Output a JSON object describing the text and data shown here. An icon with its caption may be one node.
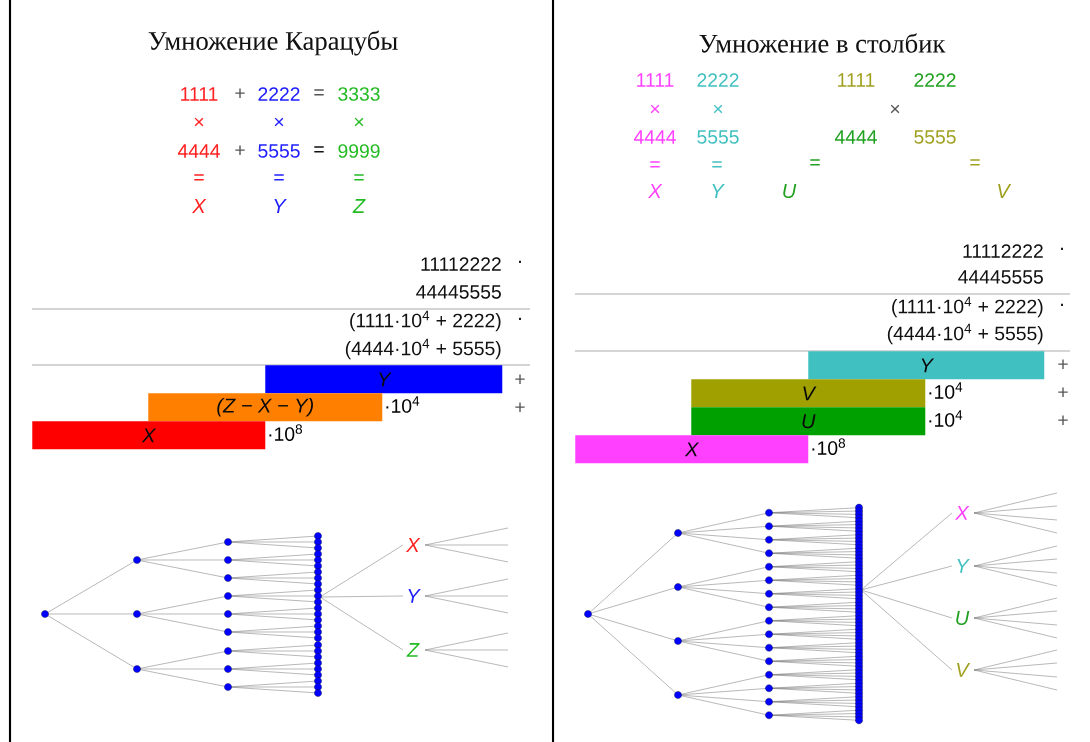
{
  "diagram": {
    "nodes": [
      {
        "text": [
          "Y"
        ]
      },
      {
        "text": [
          "(Z − X − Y)"
        ],
        "beside": [
          "·10$^{4}$"
        ]
      },
      {
        "text": [
          "X"
        ],
        "beside": [
          "·10$^{8}$"
        ]
      },
      {
        "text": [
          "Y"
        ]
      },
      {
        "text": [
          "V"
        ],
        "beside": [
          "·10$^{4}$"
        ]
      },
      {
        "text": [
          "U"
        ],
        "beside": [
          "·10$^{4}$"
        ]
      },
      {
        "text": [
          "X"
        ],
        "beside": [
          "·10$^{8}$"
        ]
      }
    ],
    "labels": [
      "Умножение Карацубы",
      "1111",
      "+",
      "2222",
      "=",
      "3333",
      "×",
      "×",
      "×",
      "4444",
      "+",
      "5555",
      "=",
      "9999",
      "=",
      "=",
      "=",
      "X",
      "Y",
      "Z",
      "11112222",
      "·",
      "44445555",
      "(1111·10$^{4}$ + 2222)",
      "·",
      "(4444·10$^{4}$ + 5555)",
      "+",
      "+",
      "X",
      "Y",
      "Z",
      "Умножение в столбик",
      "1111",
      "2222",
      "1111",
      "2222",
      "×",
      "×",
      "×",
      "4444",
      "5555",
      "4444",
      "5555",
      "=",
      "=",
      "=",
      "=",
      "X",
      "Y",
      "U",
      "V",
      "11112222",
      "·",
      "44445555",
      "(1111·10$^{4}$ + 2222)",
      "·",
      "(4444·10$^{4}$ + 5555)",
      "+",
      "+",
      "+",
      "X",
      "Y",
      "U",
      "V"
    ]
  }
}
